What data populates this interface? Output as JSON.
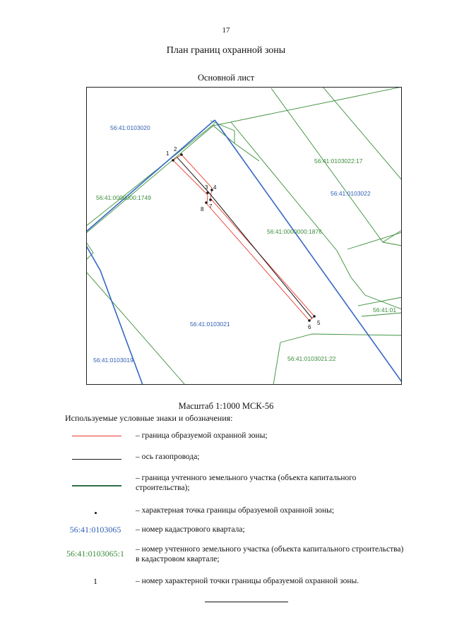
{
  "header": {
    "page_number": "17",
    "title": "План границ охранной зоны",
    "subtitle": "Основной лист"
  },
  "map": {
    "cadastral_quarters": [
      "56:41:0103020",
      "56:41:0103022",
      "56:41:0103021",
      "56:41:0103019"
    ],
    "parcels": [
      "56:41:0103022:17",
      "56:41:0000000:1749",
      "56:41:0000000:1876",
      "56:41:01",
      "56:41:0103021:22"
    ],
    "points": [
      "1",
      "2",
      "3",
      "4",
      "5",
      "6",
      "7",
      "8"
    ]
  },
  "scale": {
    "text": "Масштаб 1:1000   МСК-56"
  },
  "legend": {
    "title": "Используемые условные знаки и обозначения:",
    "items": [
      {
        "desc": "– граница образуемой охранной зоны;"
      },
      {
        "desc": "– ось газопровода;"
      },
      {
        "desc": "– граница учтенного земельного участка (объекта капитального строительства);"
      },
      {
        "desc": "– характерная точка границы образуемой охранной зоны;"
      },
      {
        "symbol": "56:41:0103065",
        "desc": "– номер кадастрового квартала;"
      },
      {
        "symbol": "56:41:0103065:1",
        "desc": "– номер учтенного земельного участка (объекта капитального строительства) в кадастровом квартале;"
      },
      {
        "symbol": "1",
        "desc": "– номер характерной точки границы образуемой охранной зоны."
      }
    ]
  },
  "colors": {
    "zone_boundary": "#e8392c",
    "gas_axis": "#1a1a1a",
    "parcel_boundary": "#3a8f3a",
    "quarter_boundary": "#3568c4",
    "quarter_label": "#2f5fb3",
    "parcel_label": "#3b8c3b"
  }
}
